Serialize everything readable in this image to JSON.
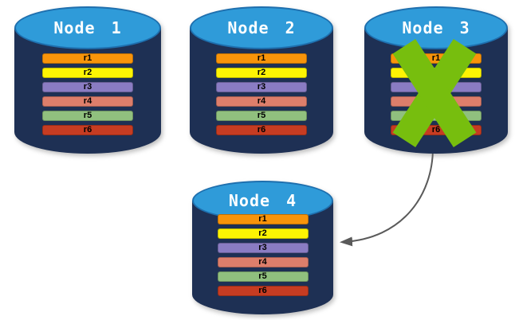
{
  "colors": {
    "background": "#ffffff",
    "cylinder_body": "#1e3054",
    "cylinder_top_fill": "#2f9bd9",
    "cylinder_top_border": "#1e6fae",
    "node_label_text": "#ffffff",
    "record_label_text": "#000000",
    "failure_x": "#77be0e",
    "arrow": "#5a5a5a"
  },
  "nodes": [
    {
      "label": "Node 1",
      "failed": false,
      "records": [
        {
          "label": "r1",
          "color": "#f8940a"
        },
        {
          "label": "r2",
          "color": "#fdf403"
        },
        {
          "label": "r3",
          "color": "#8a7cc3"
        },
        {
          "label": "r4",
          "color": "#dd7e6b"
        },
        {
          "label": "r5",
          "color": "#90c07e"
        },
        {
          "label": "r6",
          "color": "#c63c22"
        }
      ]
    },
    {
      "label": "Node 2",
      "failed": false,
      "records": [
        {
          "label": "r1",
          "color": "#f8940a"
        },
        {
          "label": "r2",
          "color": "#fdf403"
        },
        {
          "label": "r3",
          "color": "#8a7cc3"
        },
        {
          "label": "r4",
          "color": "#dd7e6b"
        },
        {
          "label": "r5",
          "color": "#90c07e"
        },
        {
          "label": "r6",
          "color": "#c63c22"
        }
      ]
    },
    {
      "label": "Node 3",
      "failed": true,
      "records": [
        {
          "label": "r1",
          "color": "#f8940a"
        },
        {
          "label": "r2",
          "color": "#fdf403"
        },
        {
          "label": "r3",
          "color": "#8a7cc3"
        },
        {
          "label": "r4",
          "color": "#dd7e6b"
        },
        {
          "label": "r5",
          "color": "#90c07e"
        },
        {
          "label": "r6",
          "color": "#c63c22"
        }
      ]
    },
    {
      "label": "Node 4",
      "failed": false,
      "records": [
        {
          "label": "r1",
          "color": "#f8940a"
        },
        {
          "label": "r2",
          "color": "#fdf403"
        },
        {
          "label": "r3",
          "color": "#8a7cc3"
        },
        {
          "label": "r4",
          "color": "#dd7e6b"
        },
        {
          "label": "r5",
          "color": "#90c07e"
        },
        {
          "label": "r6",
          "color": "#c63c22"
        }
      ]
    }
  ],
  "arrow": {
    "from": "Node 3",
    "to": "Node 4"
  }
}
